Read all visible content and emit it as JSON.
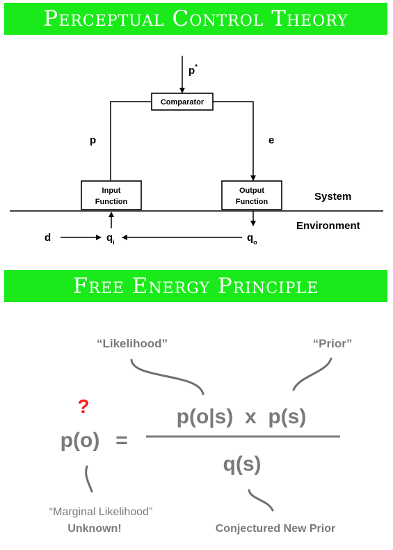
{
  "sections": {
    "pct_title": "Perceptual Control Theory",
    "fep_title": "Free Energy Principle"
  },
  "pct": {
    "reference": "p",
    "reference_sup": "*",
    "comparator": "Comparator",
    "perception": "p",
    "error": "e",
    "input_function_1": "Input",
    "input_function_2": "Function",
    "output_function_1": "Output",
    "output_function_2": "Function",
    "system_label": "System",
    "environment_label": "Environment",
    "disturbance": "d",
    "qi": "q",
    "qi_sub": "i",
    "qo": "q",
    "qo_sub": "o"
  },
  "fep": {
    "likelihood_label": "“Likelihood”",
    "prior_label": "“Prior”",
    "question_mark": "?",
    "lhs": "p(o)",
    "equals": "=",
    "numerator": "p(o|s)  x  p(s)",
    "denominator": "q(s)",
    "marginal_label": "“Marginal Likelihood”",
    "unknown_label": "Unknown!",
    "conjectured_label": "Conjectured New Prior"
  },
  "colors": {
    "banner": "#1aea1a",
    "question": "#ff1a1a",
    "formula_gray": "#7a7a7a"
  }
}
